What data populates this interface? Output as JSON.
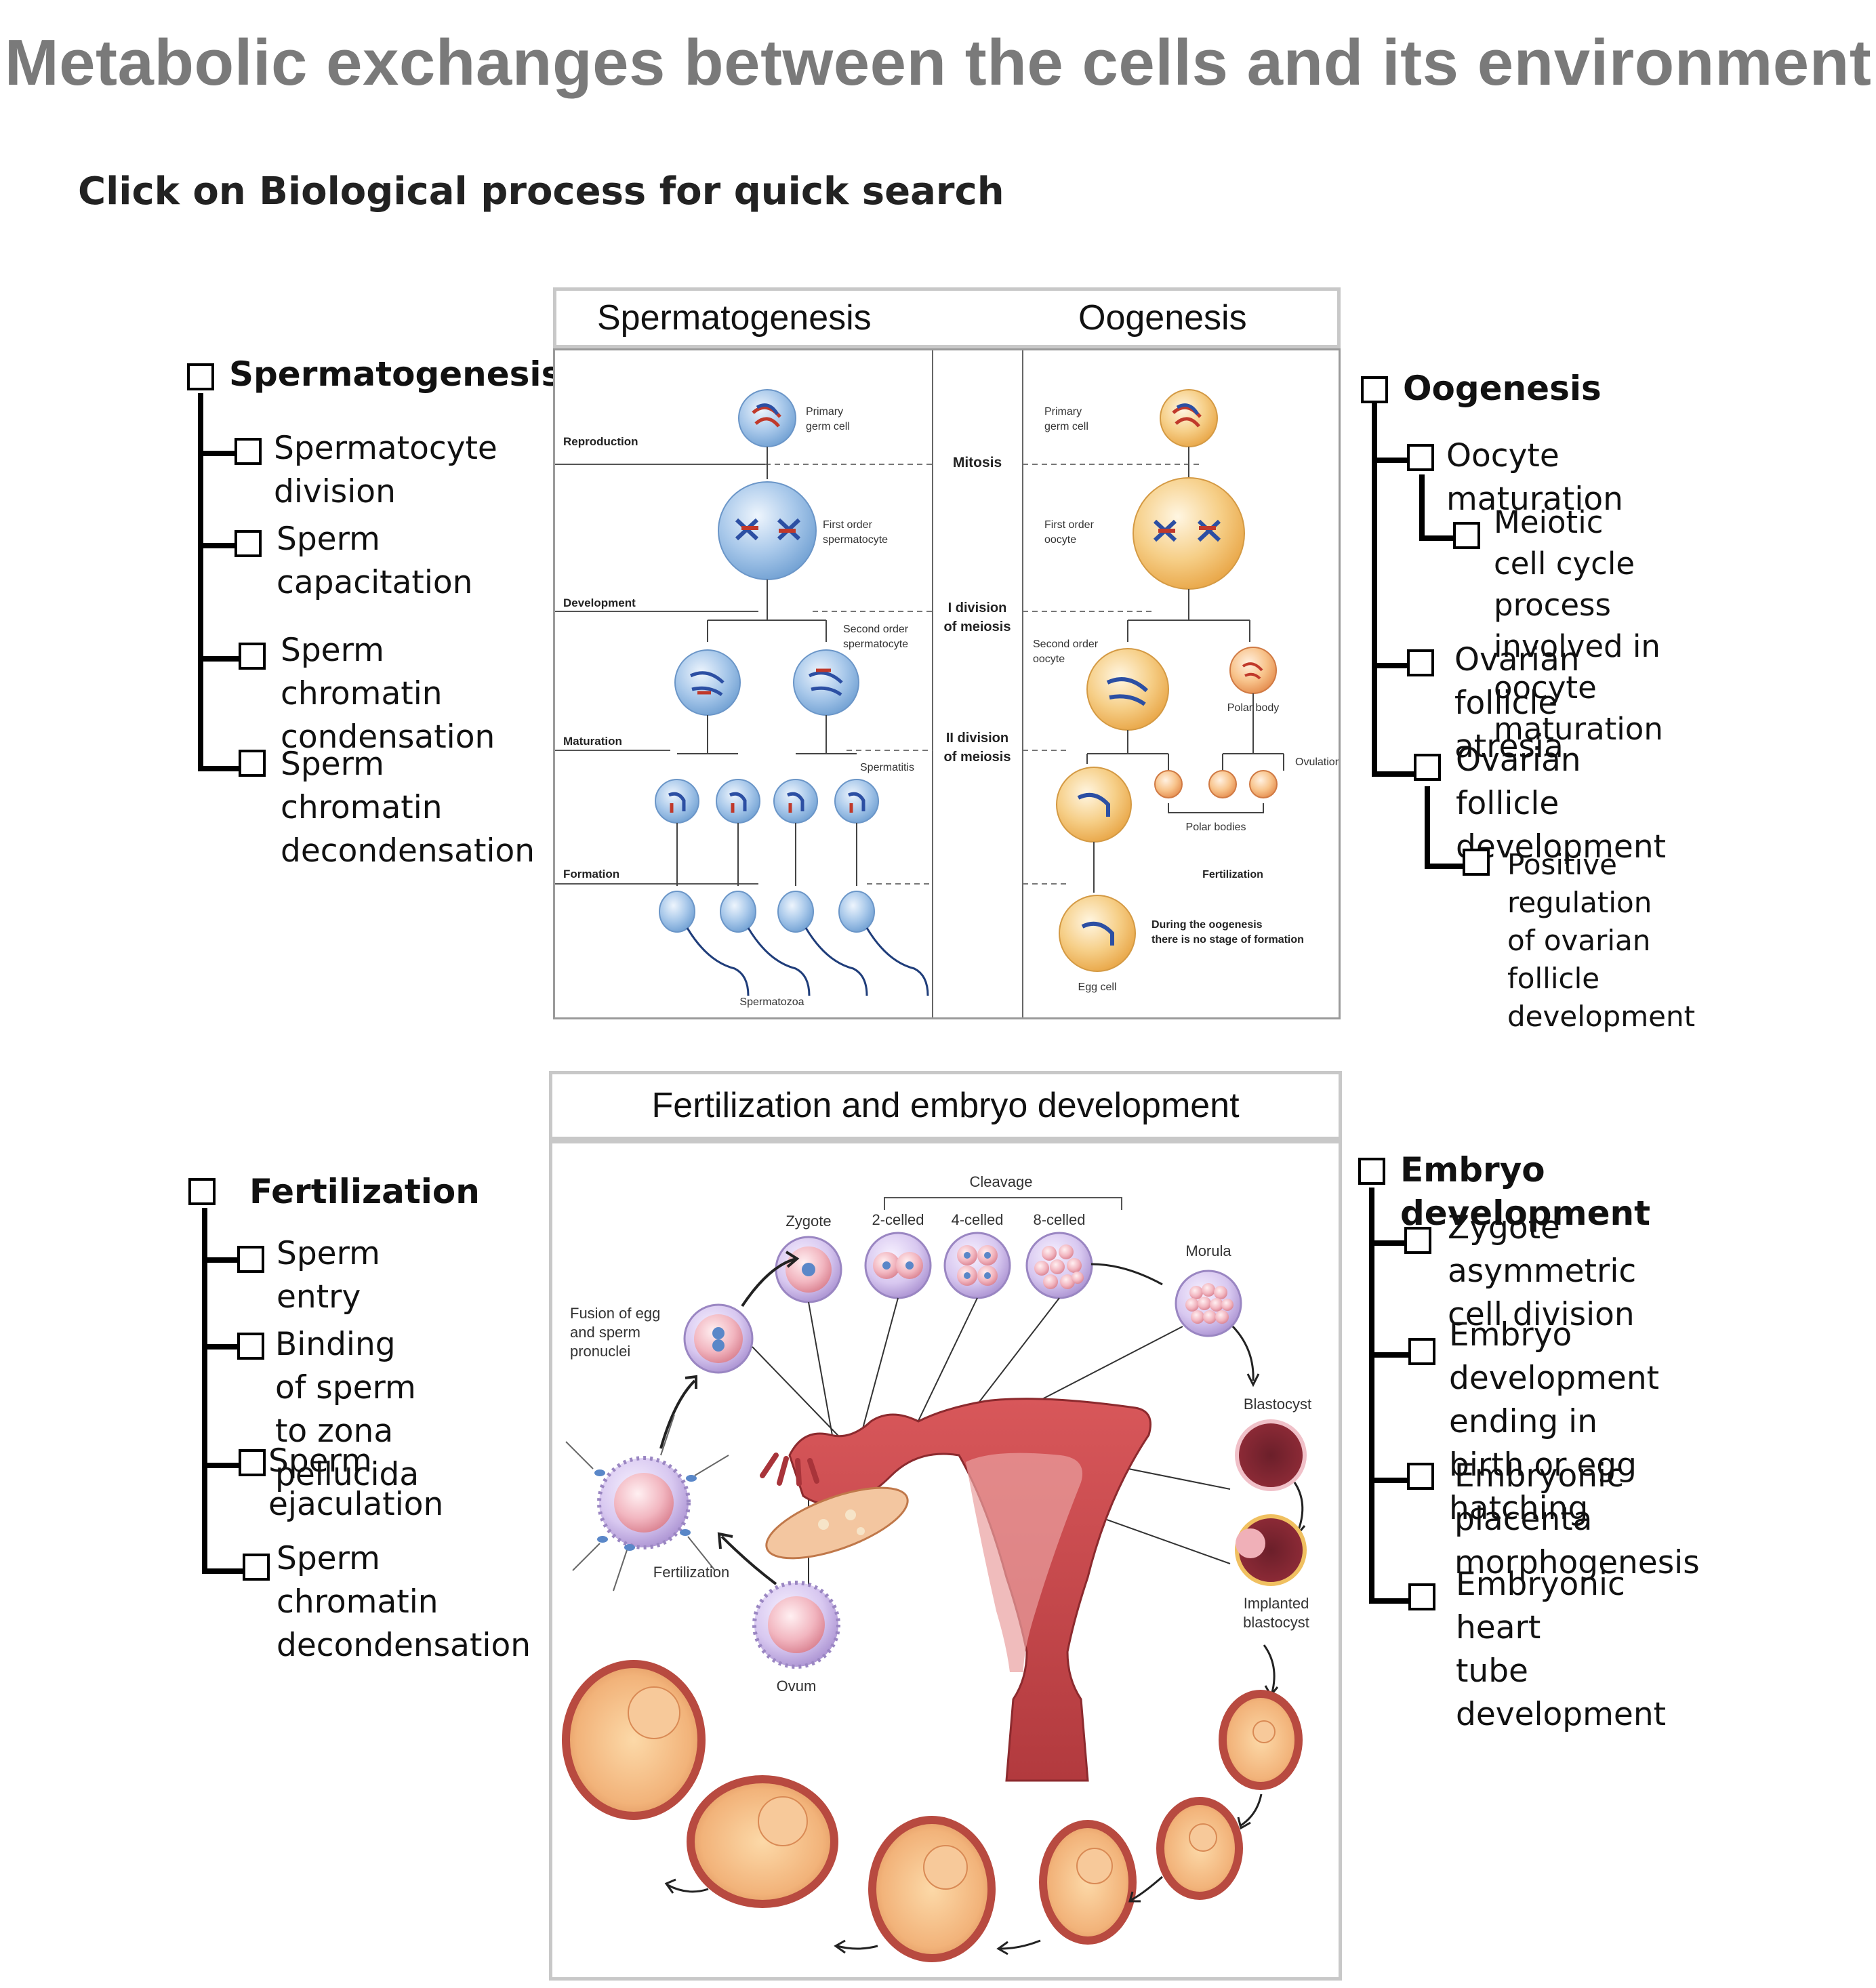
{
  "header": {
    "title": "Metabolic exchanges between the cells and its environment",
    "subtitle": "Click on Biological process for quick search"
  },
  "trees": {
    "spermatogenesis": {
      "root": "Spermatogenesis",
      "children": [
        "Spermatocyte\ndivision",
        "Sperm\ncapacitation",
        "Sperm chromatin\ncondensation",
        "Sperm chromatin\ndecondensation"
      ]
    },
    "oogenesis": {
      "root": "Oogenesis",
      "children": [
        "Oocyte maturation",
        "Meiotic cell cycle\nprocess involved in\noocyte maturation",
        "Ovarian follicle\natresia",
        "Ovarian follicle\ndevelopment",
        "Positive regulation\nof ovarian follicle\ndevelopment"
      ]
    },
    "fertilization": {
      "root": "Fertilization",
      "children": [
        "Sperm entry",
        "Binding of sperm\nto zona pellucida",
        "Sperm ejaculation",
        "Sperm chromatin\ndecondensation"
      ]
    },
    "embryo": {
      "root": "Embryo development",
      "children": [
        "Zygote asymmetric\ncell division",
        "Embryo development\nending in birth or egg\nhatching",
        "Embryonic placenta\nmorphogenesis",
        "Embryonic heart\ntube development"
      ]
    }
  },
  "panel1": {
    "left_head": "Spermatogenesis",
    "right_head": "Oogenesis",
    "stages": {
      "reproduction": "Reproduction",
      "development": "Development",
      "maturation": "Maturation",
      "formation": "Formation"
    },
    "middle": {
      "mitosis": "Mitosis",
      "div1_a": "I division",
      "div1_b": "of meiosis",
      "div2_a": "II division",
      "div2_b": "of meiosis"
    },
    "sperm_labels": {
      "primary_a": "Primary",
      "primary_b": "germ cell",
      "first_a": "First order",
      "first_b": "spermatocyte",
      "second_a": "Second order",
      "second_b": "spermatocyte",
      "spermatids": "Spermatitis",
      "spermatozoa": "Spermatozoa"
    },
    "oo_labels": {
      "primary_a": "Primary",
      "primary_b": "germ cell",
      "first_a": "First order",
      "first_b": "oocyte",
      "second_a": "Second order",
      "second_b": "oocyte",
      "polar_body": "Polar body",
      "ovulation": "Ovulation",
      "polar_bodies": "Polar bodies",
      "fertilization": "Fertilization",
      "note_a": "During the oogenesis",
      "note_b": "there is no stage of formation",
      "egg": "Egg cell"
    }
  },
  "panel2": {
    "head": "Fertilization and embryo development",
    "labels": {
      "cleavage": "Cleavage",
      "zygote": "Zygote",
      "two": "2-celled",
      "four": "4-celled",
      "eight": "8-celled",
      "morula": "Morula",
      "fusion_a": "Fusion of egg",
      "fusion_b": "and sperm",
      "fusion_c": "pronuclei",
      "blastocyst": "Blastocyst",
      "implanted_a": "Implanted",
      "implanted_b": "blastocyst",
      "fertilization": "Fertilization",
      "ovum": "Ovum"
    }
  },
  "colors": {
    "title_gray": "#7a7a7a",
    "panel_border": "#c8c8c8",
    "sperm_cell_blue": "#7fa9d6",
    "oocyte_orange": "#f0b35a",
    "uterus_red": "#c4474a"
  }
}
